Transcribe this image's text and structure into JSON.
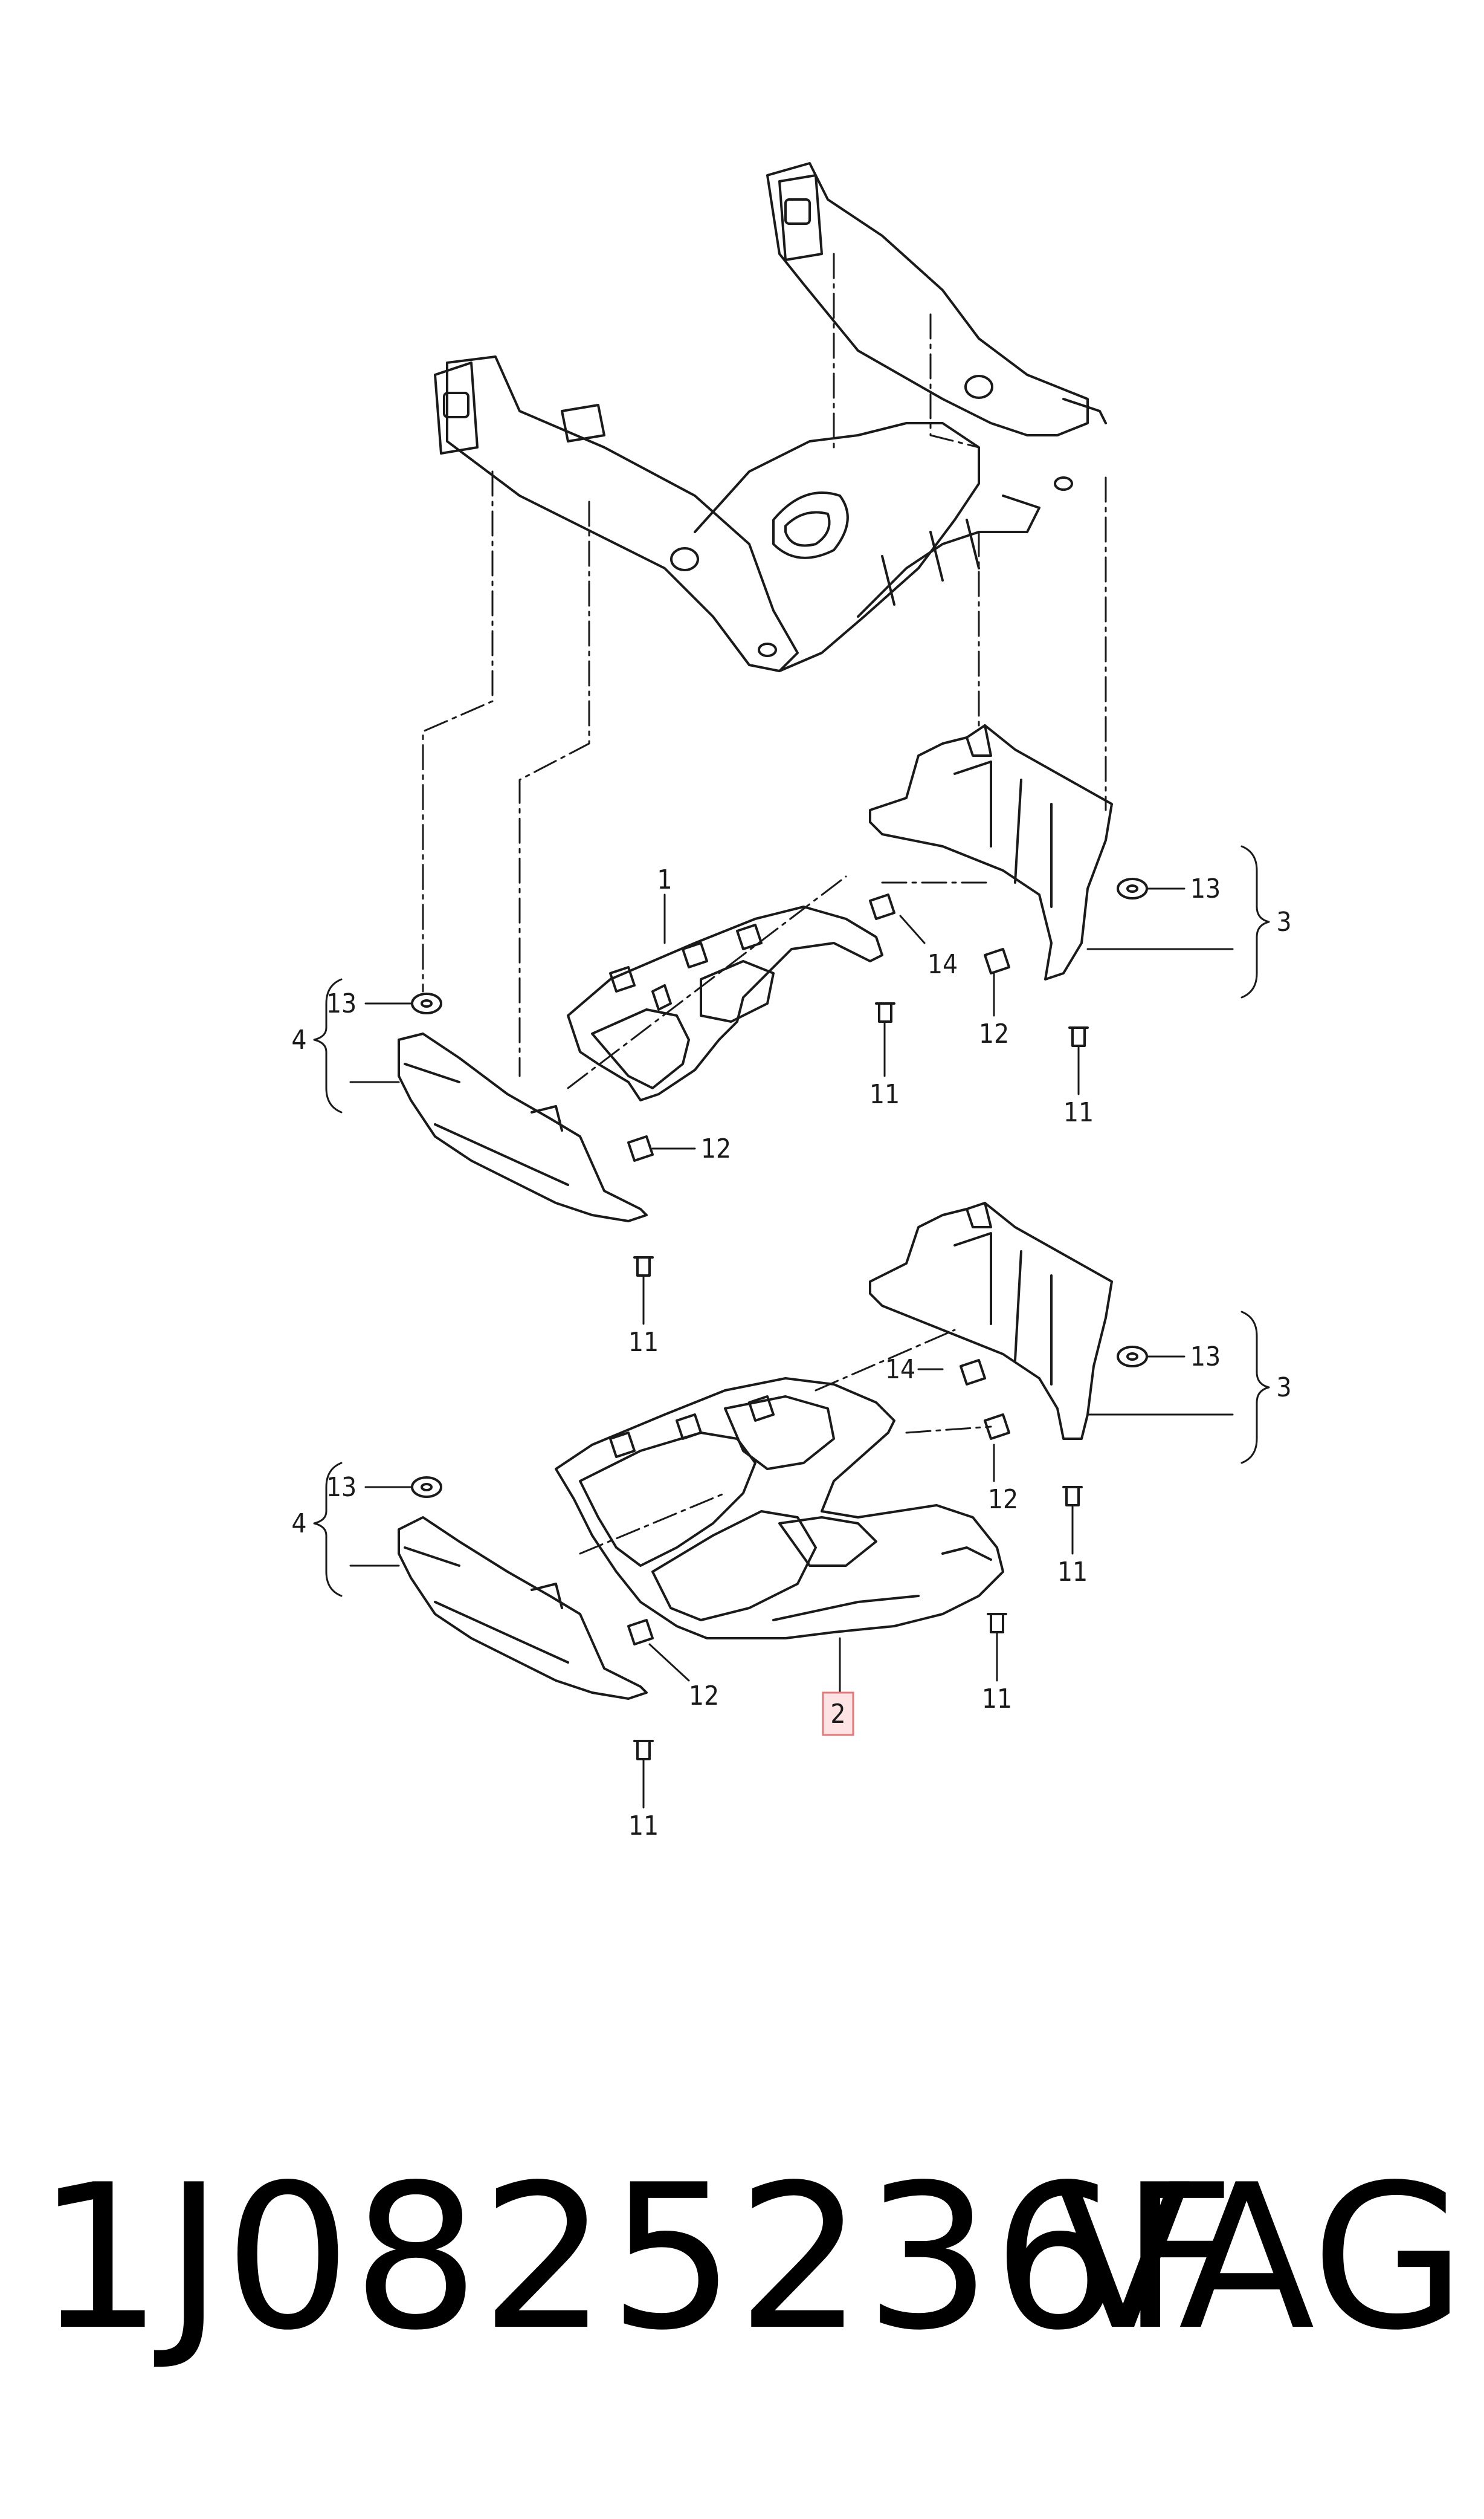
{
  "callouts": {
    "c1": "1",
    "c2": "2",
    "c3a": "3",
    "c3b": "3",
    "c4a": "4",
    "c4b": "4",
    "c11a": "11",
    "c11b": "11",
    "c11c": "11",
    "c11d": "11",
    "c11e": "11",
    "c11f": "11",
    "c12a": "12",
    "c12b": "12",
    "c12c": "12",
    "c12d": "12",
    "c13a": "13",
    "c13b": "13",
    "c13c": "13",
    "c13d": "13",
    "c14a": "14",
    "c14b": "14"
  },
  "footer": {
    "part_number": "1J0825236F",
    "brand": "VAG"
  },
  "colors": {
    "line": "#1a1a1a",
    "highlight_fill": "#fde3e3",
    "highlight_stroke": "#e07a7a"
  }
}
